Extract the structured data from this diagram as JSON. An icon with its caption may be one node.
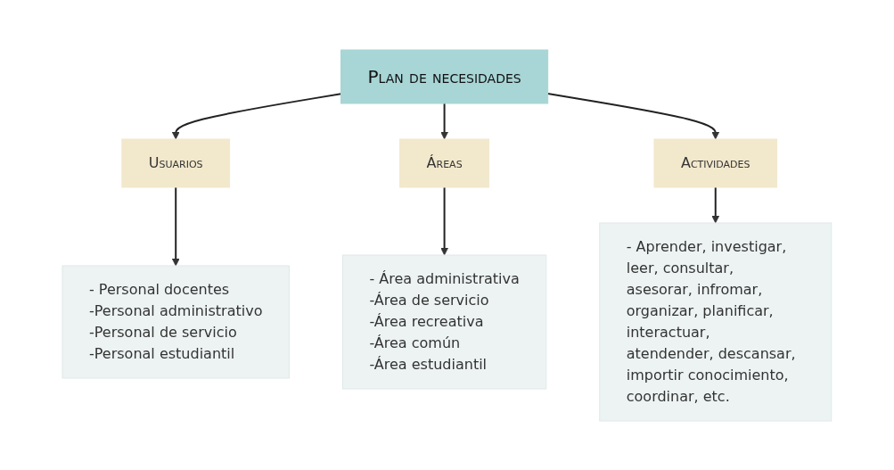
{
  "diagram": {
    "nodes": [
      {
        "text": [
          "Plan de necesidades"
        ]
      },
      {
        "text": [
          "Usuarios"
        ]
      },
      {
        "text": [
          "Áreas"
        ]
      },
      {
        "text": [
          "Actividades"
        ]
      },
      {
        "text": [
          "- Personal docentes",
          "-Personal administrativo",
          "-Personal de servicio",
          "-Personal estudiantil"
        ]
      },
      {
        "text": [
          "- Área administrativa",
          "-Área de servicio",
          "-Área recreativa",
          "-Área común",
          "-Área estudiantil"
        ]
      },
      {
        "text": [
          "- Aprender, investigar, leer, consultar, asesorar, infromar, organizar, planificar, interactuar, atendender, descansar, importir conocimiento, coordinar, etc."
        ]
      }
    ],
    "edges": [
      {
        "from": 0,
        "to": 1,
        "arrow": "to"
      },
      {
        "from": 0,
        "to": 2,
        "arrow": "to"
      },
      {
        "from": 0,
        "to": 3,
        "arrow": "to"
      },
      {
        "from": 1,
        "to": 4,
        "arrow": "to"
      },
      {
        "from": 2,
        "to": 5,
        "arrow": "to"
      },
      {
        "from": 3,
        "to": 6,
        "arrow": "to"
      }
    ]
  }
}
